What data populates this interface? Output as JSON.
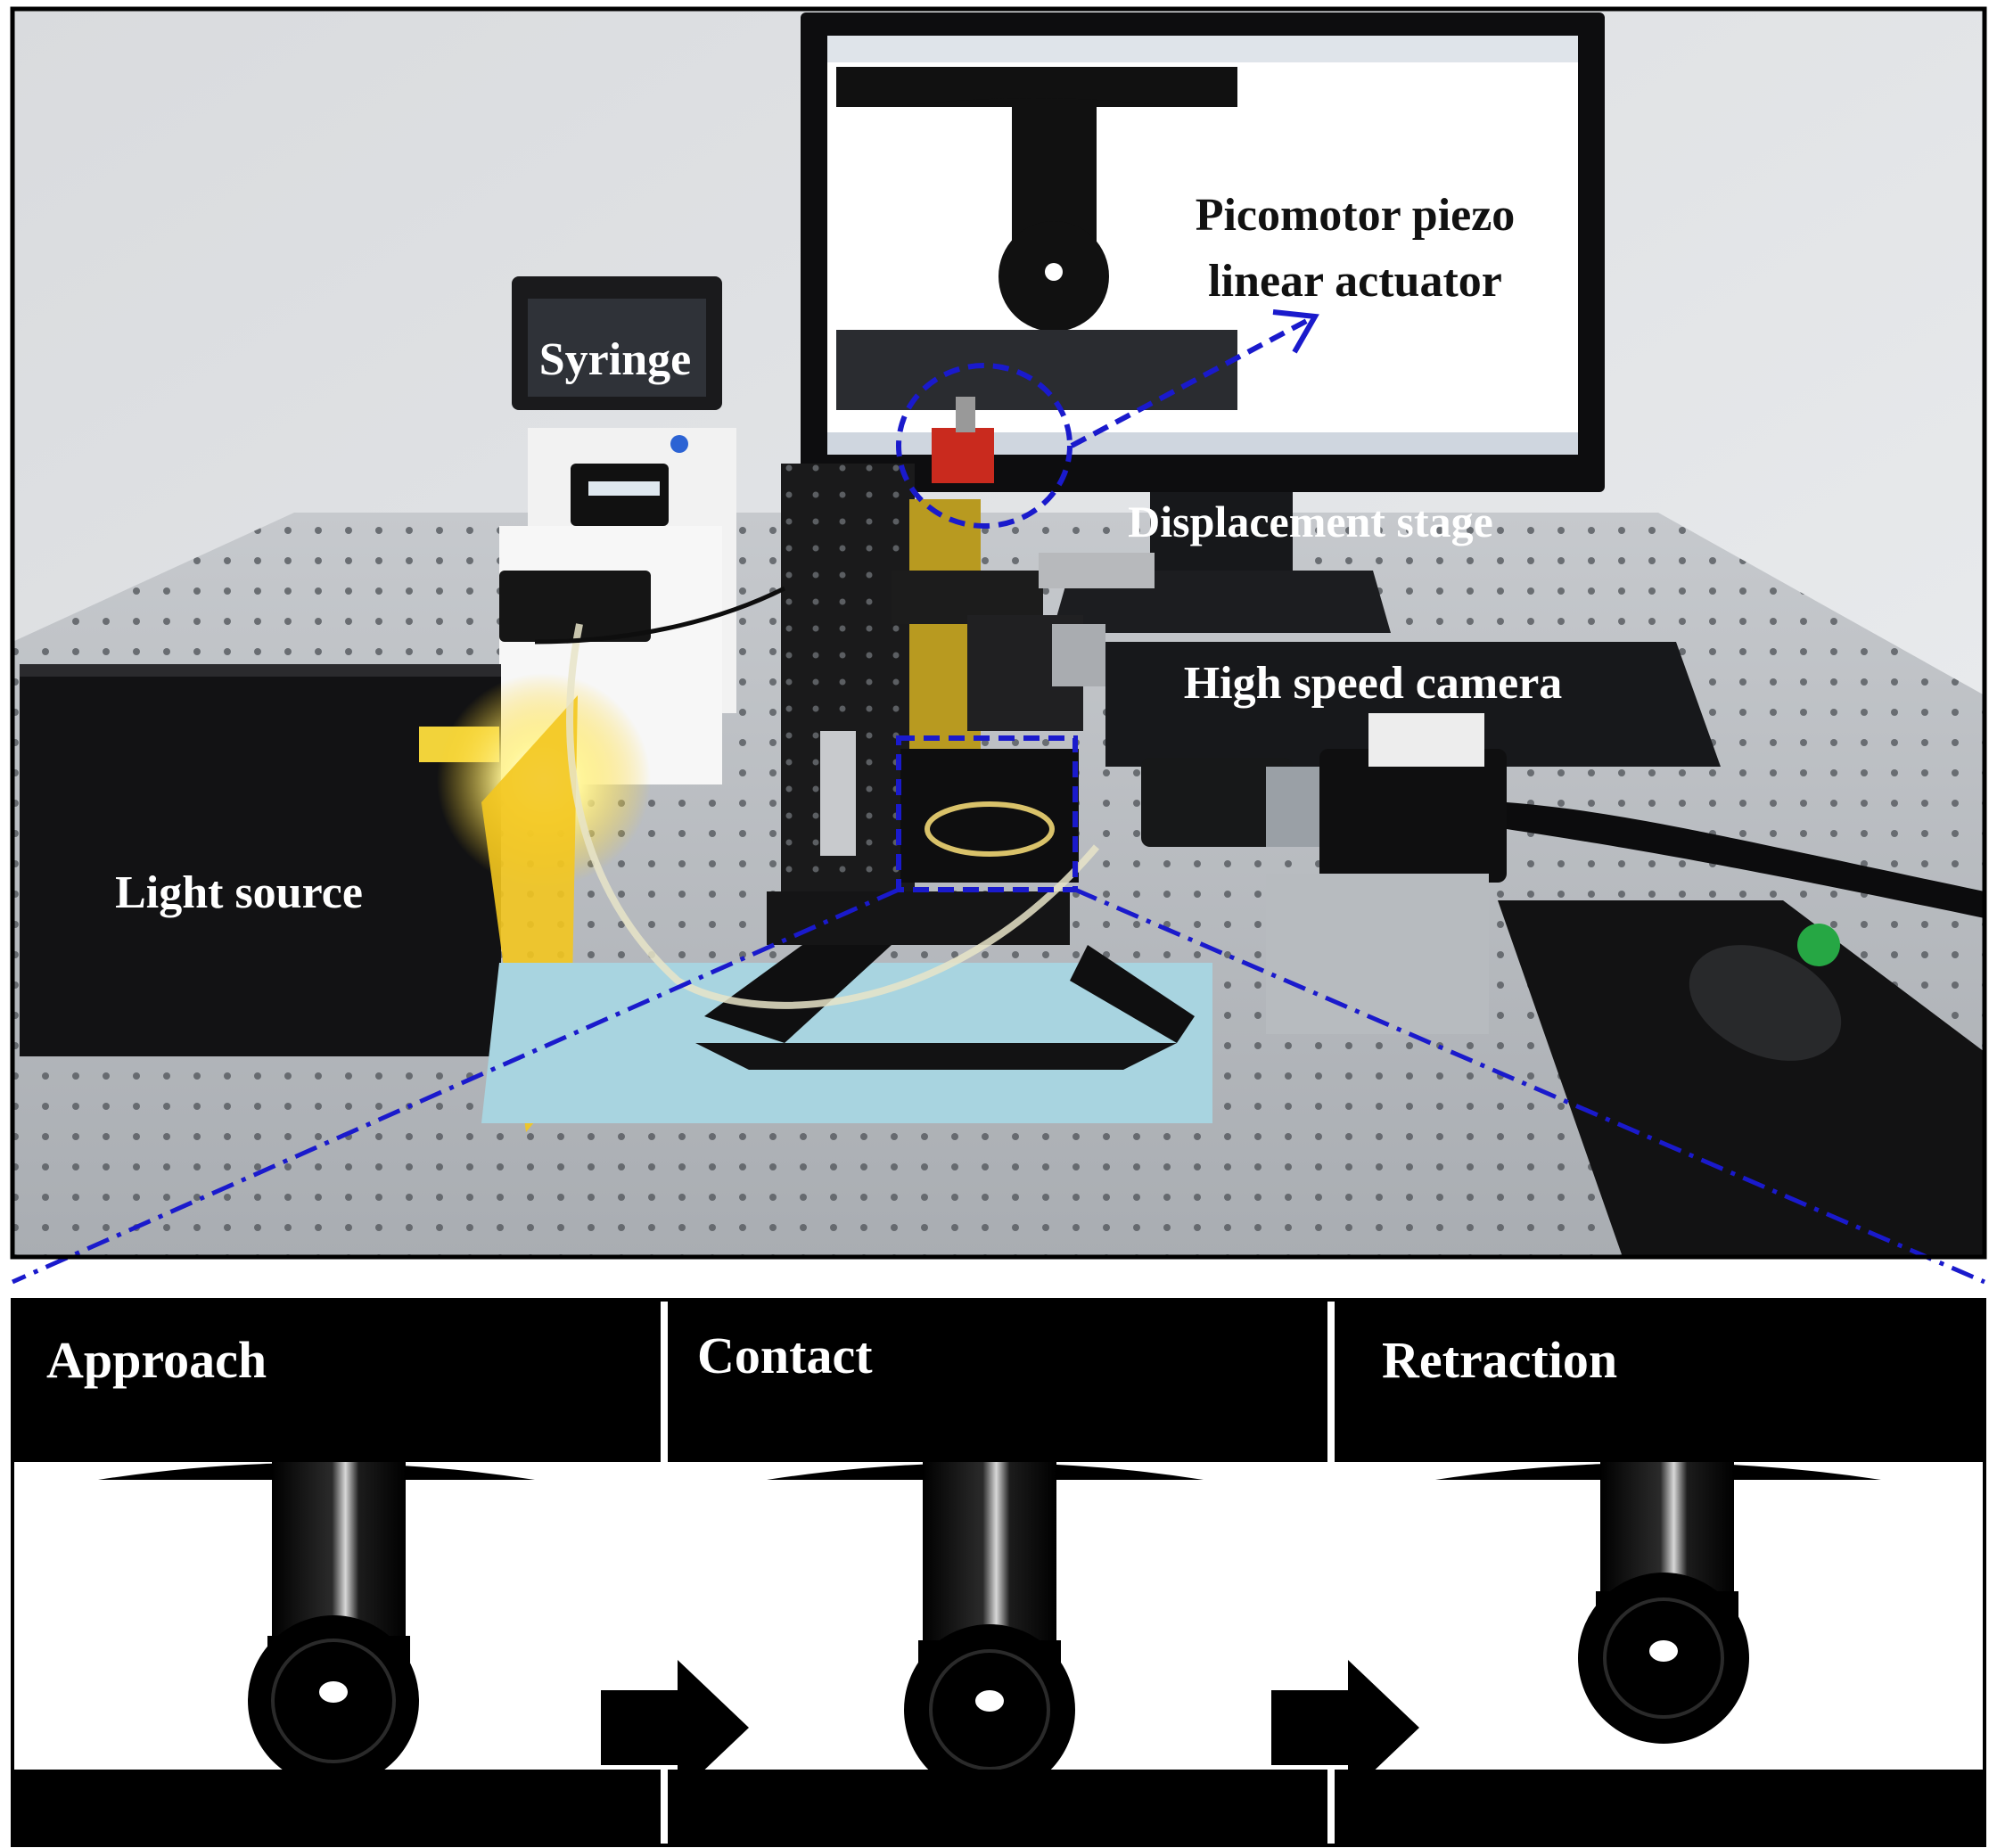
{
  "labels": {
    "picomotor_line1": "Picomotor piezo",
    "picomotor_line2": "linear actuator",
    "syringe": "Syringe",
    "displacement_stage": "Displacement stage",
    "high_speed_camera": "High speed camera",
    "light_source": "Light source"
  },
  "panels": [
    {
      "label": "Approach"
    },
    {
      "label": "Contact"
    },
    {
      "label": "Retraction"
    }
  ],
  "colors": {
    "annotation_blue": "#1a1acc",
    "background_wall": "#e4e6e8",
    "table_top": "#bfc2c6",
    "light_glow": "#ffe83a",
    "foam_pad": "#a8d4e0"
  },
  "icons": {
    "stage_arrow_1": "arrow-right-icon",
    "stage_arrow_2": "arrow-right-icon"
  }
}
